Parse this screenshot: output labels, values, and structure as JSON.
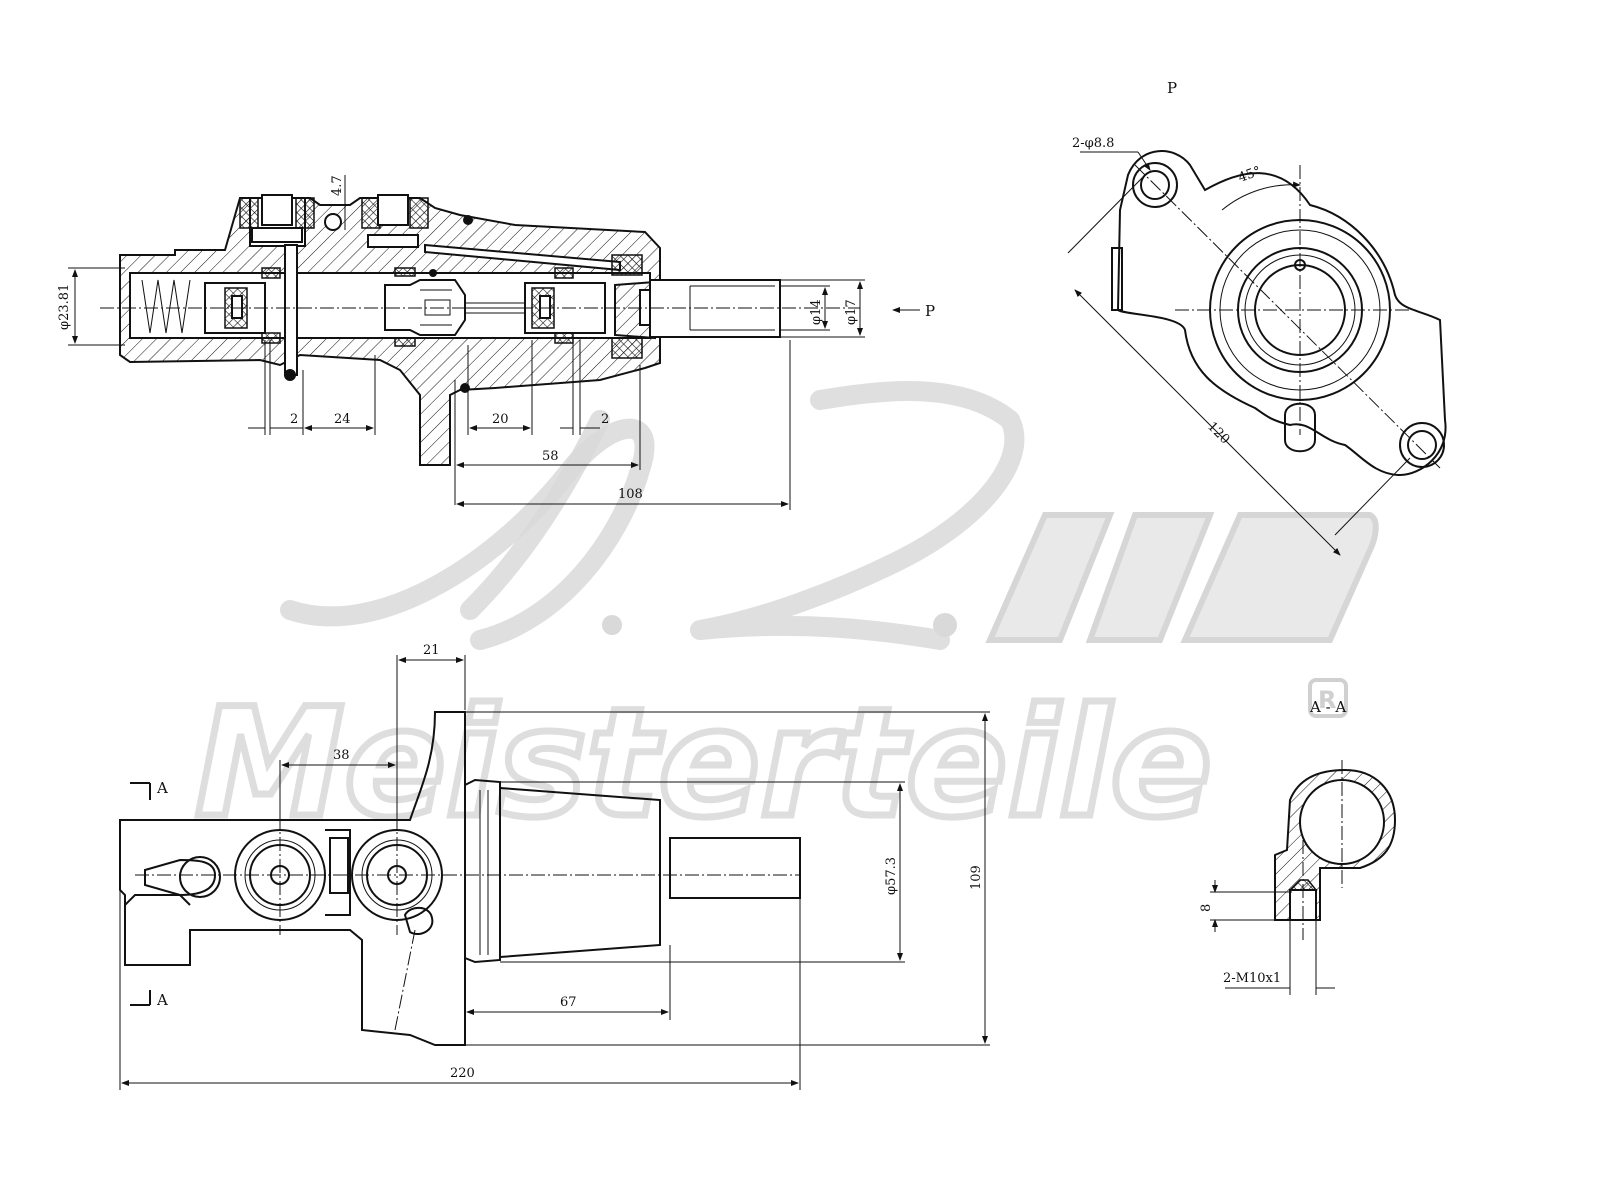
{
  "views": {
    "section": {
      "dims": {
        "bore": "φ23.81",
        "port_offset": "4.7",
        "d_inner": "φ14",
        "d_outer": "φ17",
        "gap_left": "2",
        "len_24": "24",
        "len_20": "20",
        "gap_right": "2",
        "len_58": "58",
        "len_108": "108"
      },
      "arrow_label": "P"
    },
    "flange": {
      "title": "P",
      "holes": "2-φ8.8",
      "angle": "45°",
      "span": "120"
    },
    "plan": {
      "dims": {
        "len_21": "21",
        "len_38": "38",
        "d_57": "φ57.3",
        "h_109": "109",
        "len_67": "67",
        "len_220": "220"
      },
      "section_mark_top": "A",
      "section_mark_bottom": "A"
    },
    "section_aa": {
      "title": "A - A",
      "dim_8": "8",
      "thread": "2-M10x1"
    }
  },
  "watermark": {
    "monogram": "A.Z.",
    "brand": "Meisterteile",
    "registered": "R"
  }
}
